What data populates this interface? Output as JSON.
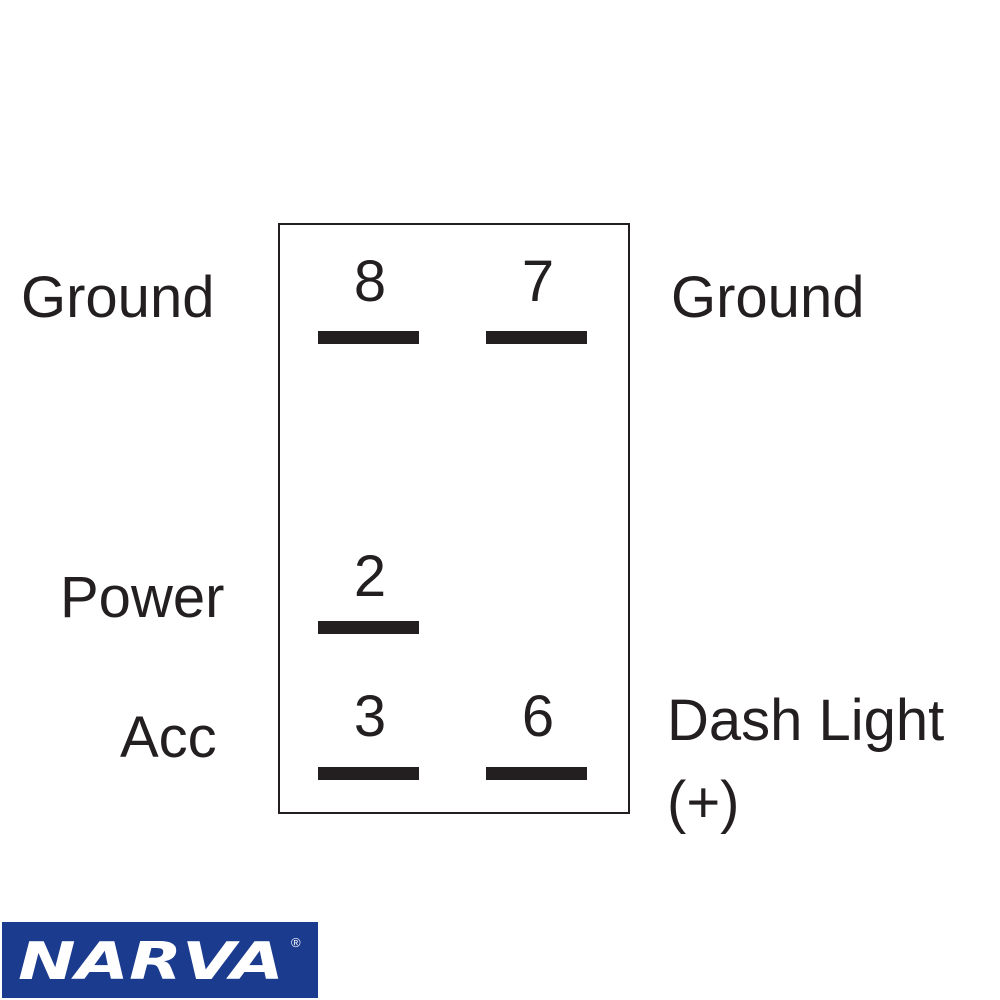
{
  "diagram": {
    "pins": [
      {
        "number": "8",
        "label": "Ground"
      },
      {
        "number": "7",
        "label": "Ground"
      },
      {
        "number": "2",
        "label": "Power"
      },
      {
        "number": "3",
        "label": "Acc"
      },
      {
        "number": "6",
        "label": "Dash Light",
        "label_line2": "(+)"
      }
    ]
  },
  "brand": {
    "name": "NARVA",
    "registered_mark": "®",
    "color": "#1b3b8f",
    "text_color": "#ffffff"
  },
  "colors": {
    "line": "#231f20",
    "background": "#ffffff"
  }
}
